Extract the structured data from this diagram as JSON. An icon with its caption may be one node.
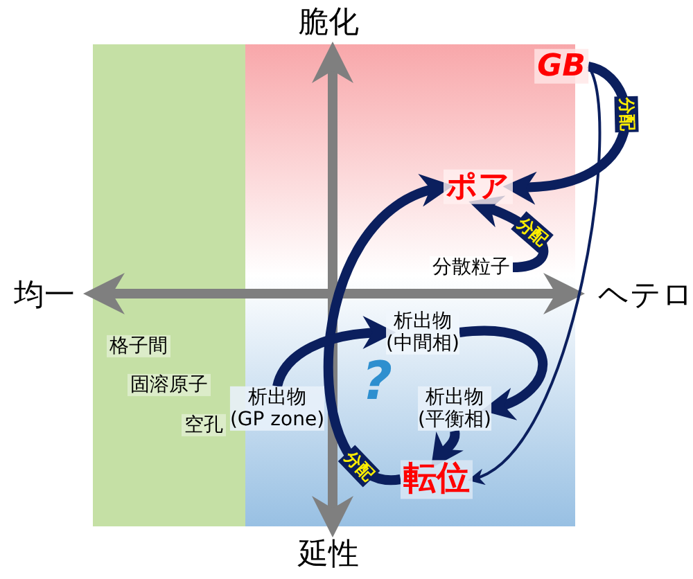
{
  "diagram": {
    "nodes": [
      {
        "text": [
          "GB"
        ]
      },
      {
        "text": [
          "ポア"
        ]
      },
      {
        "text": [
          "分散粒子"
        ]
      },
      {
        "text": [
          "析出物(中間相)"
        ]
      },
      {
        "text": [
          "析出物(GP zone)"
        ]
      },
      {
        "text": [
          "析出物(平衡相)"
        ]
      },
      {
        "text": [
          "転位"
        ]
      },
      {
        "text": [
          "格子間"
        ]
      },
      {
        "text": [
          "固溶原子"
        ]
      },
      {
        "text": [
          "空孔"
        ]
      }
    ],
    "edges": [
      {
        "from": 0,
        "to": 1,
        "arrow": "to",
        "label": "分配"
      },
      {
        "from": 0,
        "to": 6,
        "arrow": "to"
      },
      {
        "from": 2,
        "to": 1,
        "arrow": "to",
        "label": "分配"
      },
      {
        "from": 6,
        "to": 1,
        "arrow": "to",
        "label": "分配"
      },
      {
        "from": 4,
        "to": 3,
        "arrow": "to"
      },
      {
        "from": 3,
        "to": 5,
        "arrow": "to"
      },
      {
        "from": 5,
        "to": 6,
        "arrow": "to"
      }
    ],
    "labels": [
      "脆化",
      "均一",
      "ヘテロ",
      "?",
      "延性"
    ]
  }
}
